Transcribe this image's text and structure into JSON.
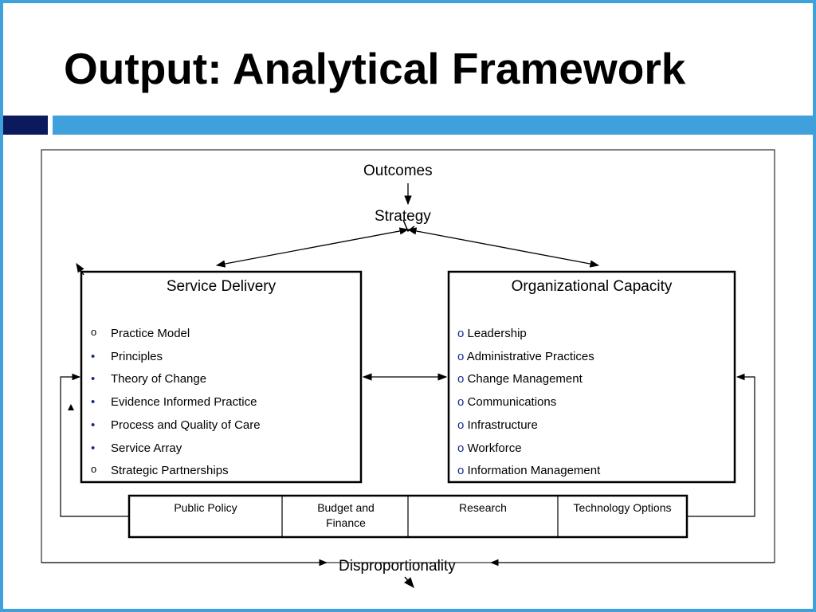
{
  "title": "Output: Analytical Framework",
  "colors": {
    "frame": "#3fa0dc",
    "band_dark": "#0a1a5c",
    "band_light": "#3fa0dc",
    "bullet": "#1a2a8a"
  },
  "diagram": {
    "outcomes": "Outcomes",
    "strategy": "Strategy",
    "service_delivery": {
      "title": "Service Delivery",
      "items": [
        {
          "marker": "o",
          "text": "Practice Model"
        },
        {
          "marker": "•",
          "text": "Principles"
        },
        {
          "marker": "•",
          "text": "Theory of Change"
        },
        {
          "marker": "•",
          "text": "Evidence Informed Practice"
        },
        {
          "marker": "•",
          "text": "Process and Quality of Care"
        },
        {
          "marker": "•",
          "text": "Service Array"
        },
        {
          "marker": "o",
          "text": "Strategic Partnerships"
        }
      ]
    },
    "organizational_capacity": {
      "title": "Organizational Capacity",
      "items": [
        {
          "marker": "o",
          "text": "Leadership"
        },
        {
          "marker": "o",
          "text": "Administrative Practices"
        },
        {
          "marker": "o",
          "text": "Change Management"
        },
        {
          "marker": "o",
          "text": "Communications"
        },
        {
          "marker": "o",
          "text": "Infrastructure"
        },
        {
          "marker": "o",
          "text": "Workforce"
        },
        {
          "marker": "o",
          "text": "Information Management"
        }
      ]
    },
    "context_table": [
      "Public Policy",
      "Budget and Finance",
      "Research",
      "Technology Options"
    ],
    "disproportionality": "Disproportionality"
  }
}
